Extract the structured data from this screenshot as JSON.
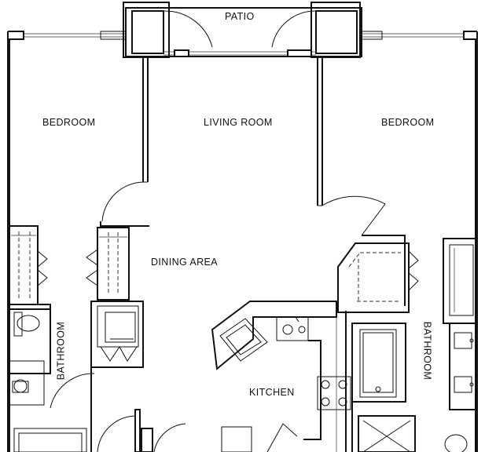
{
  "rooms": {
    "patio": "PATIO",
    "bedroom_left": "BEDROOM",
    "living_room": "LIVING ROOM",
    "bedroom_right": "BEDROOM",
    "dining_area": "DINING AREA",
    "bathroom_left": "BATHROOM",
    "bathroom_right": "BATHROOM",
    "kitchen": "KITCHEN"
  },
  "colors": {
    "line": "#111111",
    "background": "#ffffff"
  }
}
